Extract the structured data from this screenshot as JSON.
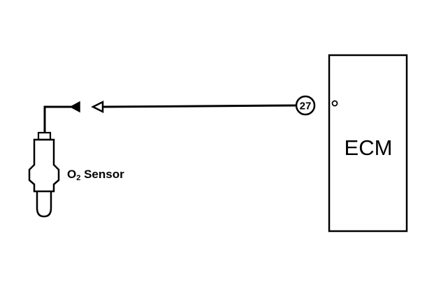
{
  "sensor": {
    "label_prefix": "O",
    "label_subscript": "2",
    "label_suffix": " Sensor"
  },
  "wire": {
    "pin_number": "27"
  },
  "ecm": {
    "label": "ECM"
  },
  "colors": {
    "ink": "#000000",
    "background": "#ffffff"
  }
}
